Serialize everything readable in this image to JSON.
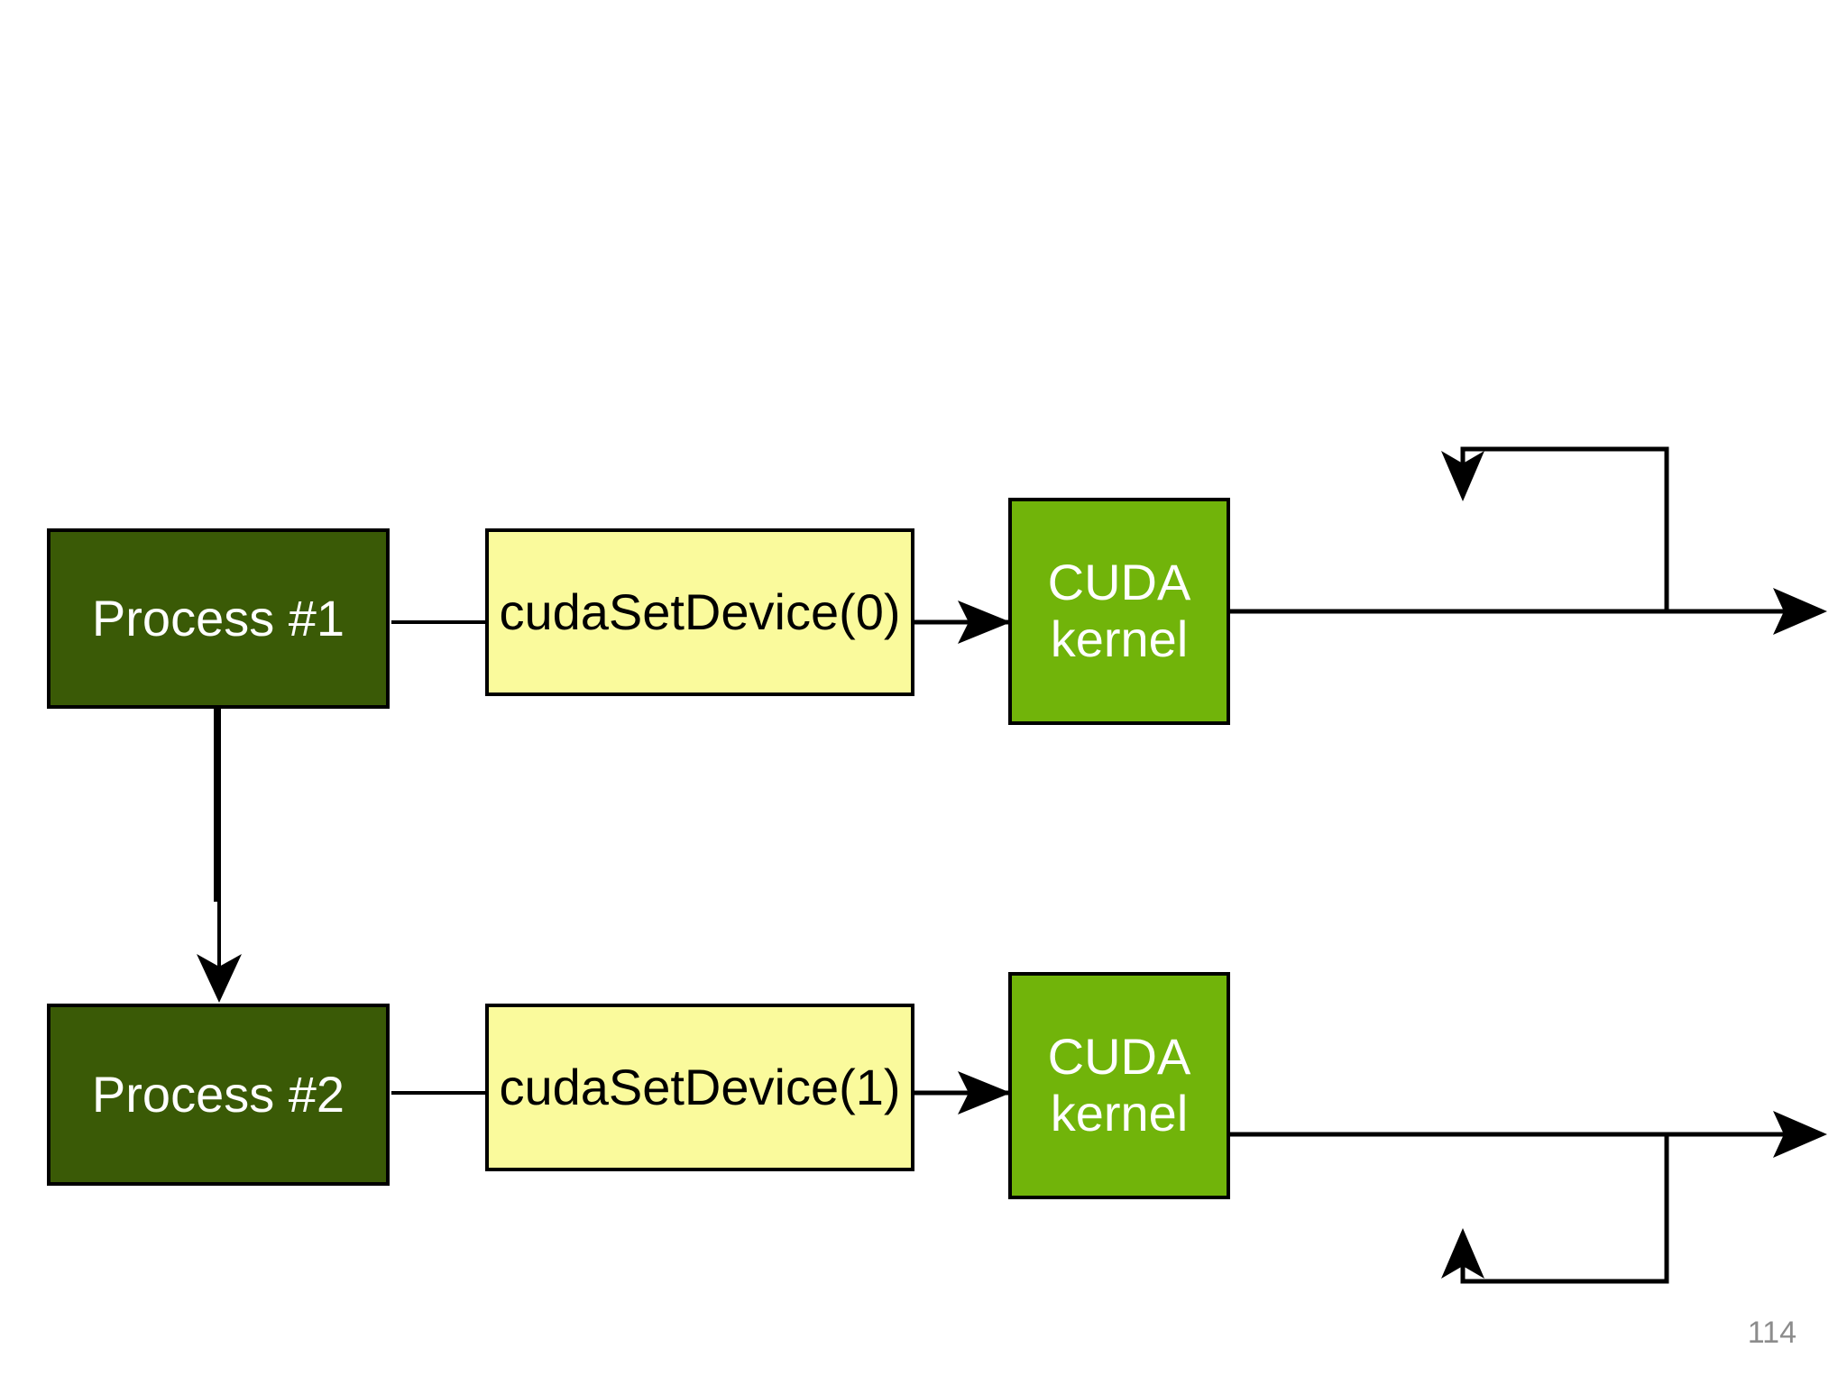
{
  "slide": {
    "page_number": "114",
    "background_color": "#ffffff"
  },
  "colors": {
    "process_fill": "#3A5A06",
    "process_text": "#FFFFFF",
    "api_fill": "#FAFA9C",
    "api_text": "#000000",
    "kernel_fill": "#71B40A",
    "kernel_text": "#FFFFFF",
    "connector": "#000000",
    "page_number_text": "#8C8C8C"
  },
  "diagram": {
    "type": "flowchart",
    "rows": [
      {
        "id": "row-1",
        "process": "Process #1",
        "api_call": "cudaSetDevice(0)",
        "kernel": "CUDA\nkernel",
        "loop": "kernel-feedback-top"
      },
      {
        "id": "row-2",
        "process": "Process #2",
        "api_call": "cudaSetDevice(1)",
        "kernel": "CUDA\nkernel",
        "loop": "kernel-feedback-bottom"
      }
    ],
    "edges": [
      {
        "from": "Process #1",
        "to": "cudaSetDevice(0)",
        "style": "arrow-right"
      },
      {
        "from": "cudaSetDevice(0)",
        "to": "CUDA kernel",
        "style": "arrow-right"
      },
      {
        "from": "CUDA kernel",
        "to": "exit",
        "style": "arrow-right"
      },
      {
        "from": "CUDA kernel",
        "to": "CUDA kernel",
        "style": "loop-over-top"
      },
      {
        "from": "Process #1",
        "to": "Process #2",
        "style": "arrow-down"
      },
      {
        "from": "Process #2",
        "to": "cudaSetDevice(1)",
        "style": "arrow-right"
      },
      {
        "from": "cudaSetDevice(1)",
        "to": "CUDA kernel",
        "style": "arrow-right"
      },
      {
        "from": "CUDA kernel",
        "to": "exit",
        "style": "arrow-right"
      },
      {
        "from": "CUDA kernel",
        "to": "CUDA kernel",
        "style": "loop-under-bottom"
      }
    ]
  }
}
